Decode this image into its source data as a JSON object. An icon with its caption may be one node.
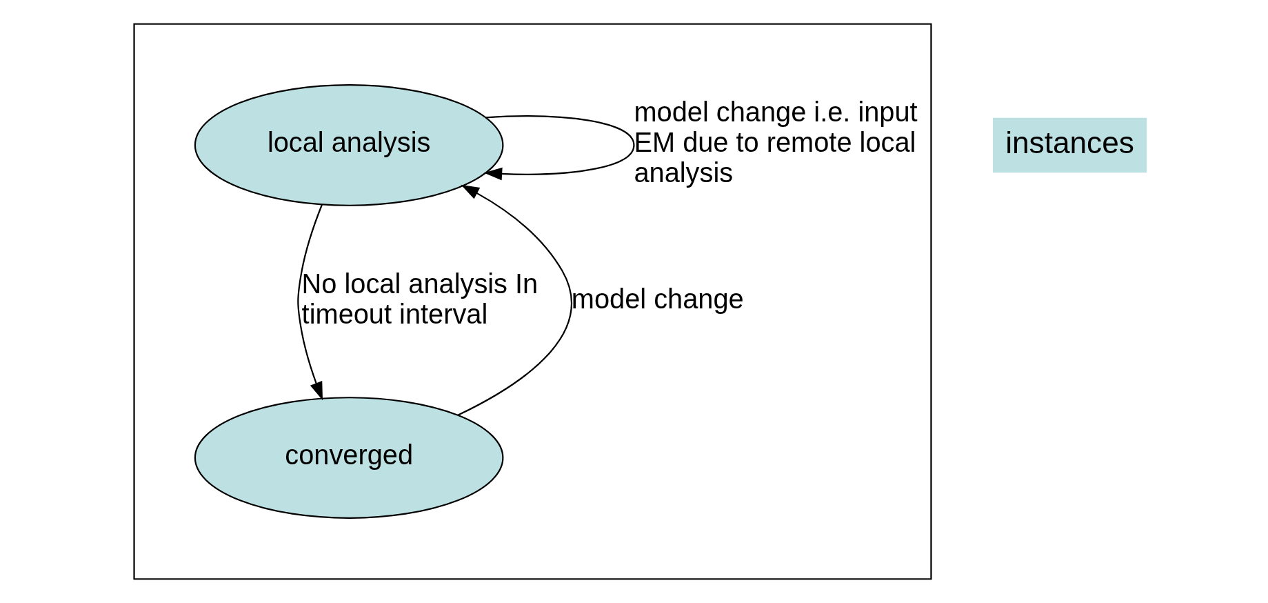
{
  "diagram": {
    "nodes": [
      {
        "text": [],
        "shape": "box"
      },
      {
        "text": [
          "local analysis"
        ],
        "in": 0
      },
      {
        "text": [
          "converged"
        ],
        "in": 0
      }
    ],
    "edges": [
      {
        "from": 1,
        "to": 1,
        "arrow": "to",
        "label": "model change i.e. input EM due to remote local analysis"
      },
      {
        "from": 1,
        "to": 2,
        "arrow": "to",
        "label": "No local analysis In timeout interval"
      },
      {
        "from": 2,
        "to": 1,
        "arrow": "to",
        "label": "model change"
      }
    ],
    "labels": [
      "instances"
    ]
  }
}
